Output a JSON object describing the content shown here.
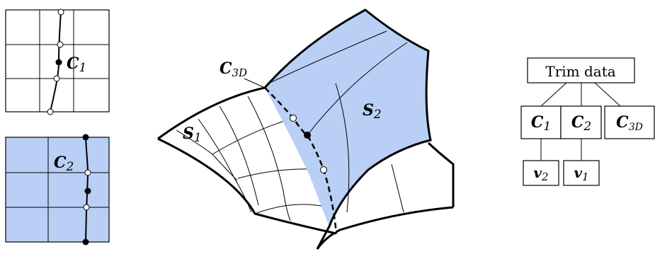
{
  "colors": {
    "fill_blue": "#b9cff5",
    "stroke": "#000000",
    "background": "#ffffff"
  },
  "param_grid_top": {
    "curve_label": {
      "main": "C",
      "sub": "1"
    }
  },
  "param_grid_bottom": {
    "curve_label": {
      "main": "C",
      "sub": "2"
    }
  },
  "surfaces": {
    "s1": {
      "main": "S",
      "sub": "1"
    },
    "s2": {
      "main": "S",
      "sub": "2"
    },
    "curve3d": {
      "main": "C",
      "sub": "3D"
    }
  },
  "tree": {
    "root": "Trim data",
    "level1": [
      {
        "main": "C",
        "sub": "1"
      },
      {
        "main": "C",
        "sub": "2"
      },
      {
        "main": "C",
        "sub": "3D"
      }
    ],
    "level2": [
      {
        "main": "v",
        "sub": "2"
      },
      {
        "main": "v",
        "sub": "1"
      }
    ]
  }
}
